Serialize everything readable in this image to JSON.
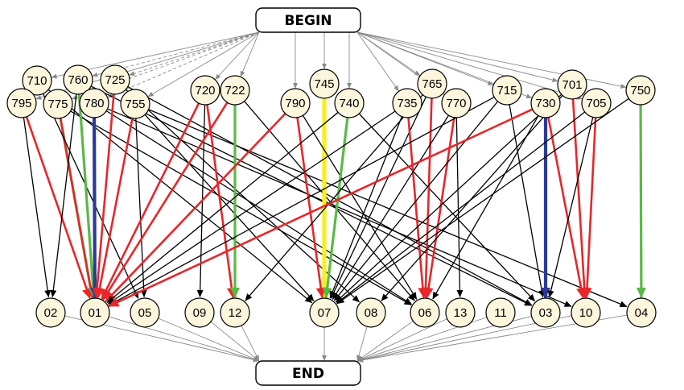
{
  "terminals": {
    "begin": "BEGIN",
    "end": "END"
  },
  "top_nodes": [
    "710",
    "760",
    "725",
    "795",
    "775",
    "780",
    "755",
    "720",
    "722",
    "745",
    "790",
    "740",
    "765",
    "735",
    "770",
    "715",
    "701",
    "730",
    "705",
    "750"
  ],
  "bottom_nodes": [
    "02",
    "01",
    "05",
    "09",
    "12",
    "07",
    "08",
    "06",
    "13",
    "11",
    "03",
    "10",
    "04"
  ],
  "edge_colors": {
    "black": "#000000",
    "red": "#e8262a",
    "green": "#5ab946",
    "blue": "#2b3a9a",
    "yellow": "#f7f020",
    "thin": "#8a8a8a"
  },
  "edges": [
    {
      "from": "795",
      "to": "01",
      "color": "red"
    },
    {
      "from": "795",
      "to": "02",
      "color": "black"
    },
    {
      "from": "775",
      "to": "01",
      "color": "green"
    },
    {
      "from": "775",
      "to": "01",
      "color": "red"
    },
    {
      "from": "775",
      "to": "06",
      "color": "black"
    },
    {
      "from": "710",
      "to": "05",
      "color": "black"
    },
    {
      "from": "710",
      "to": "07",
      "color": "black"
    },
    {
      "from": "760",
      "to": "01",
      "color": "green"
    },
    {
      "from": "760",
      "to": "02",
      "color": "black"
    },
    {
      "from": "760",
      "to": "03",
      "color": "black"
    },
    {
      "from": "780",
      "to": "01",
      "color": "blue"
    },
    {
      "from": "780",
      "to": "06",
      "color": "black"
    },
    {
      "from": "780",
      "to": "10",
      "color": "black"
    },
    {
      "from": "725",
      "to": "01",
      "color": "red"
    },
    {
      "from": "725",
      "to": "08",
      "color": "black"
    },
    {
      "from": "725",
      "to": "03",
      "color": "black"
    },
    {
      "from": "755",
      "to": "01",
      "color": "red"
    },
    {
      "from": "755",
      "to": "05",
      "color": "black"
    },
    {
      "from": "755",
      "to": "07",
      "color": "black"
    },
    {
      "from": "755",
      "to": "04",
      "color": "black"
    },
    {
      "from": "720",
      "to": "01",
      "color": "red"
    },
    {
      "from": "720",
      "to": "12",
      "color": "red"
    },
    {
      "from": "720",
      "to": "09",
      "color": "black"
    },
    {
      "from": "722",
      "to": "12",
      "color": "green"
    },
    {
      "from": "722",
      "to": "01",
      "color": "red"
    },
    {
      "from": "722",
      "to": "06",
      "color": "black"
    },
    {
      "from": "745",
      "to": "07",
      "color": "yellow"
    },
    {
      "from": "790",
      "to": "01",
      "color": "red"
    },
    {
      "from": "790",
      "to": "07",
      "color": "red"
    },
    {
      "from": "790",
      "to": "06",
      "color": "black"
    },
    {
      "from": "740",
      "to": "07",
      "color": "green"
    },
    {
      "from": "740",
      "to": "01",
      "color": "black"
    },
    {
      "from": "740",
      "to": "03",
      "color": "black"
    },
    {
      "from": "765",
      "to": "06",
      "color": "red"
    },
    {
      "from": "765",
      "to": "12",
      "color": "black"
    },
    {
      "from": "765",
      "to": "07",
      "color": "black"
    },
    {
      "from": "735",
      "to": "06",
      "color": "red"
    },
    {
      "from": "735",
      "to": "07",
      "color": "black"
    },
    {
      "from": "735",
      "to": "01",
      "color": "black"
    },
    {
      "from": "770",
      "to": "06",
      "color": "red"
    },
    {
      "from": "770",
      "to": "07",
      "color": "black"
    },
    {
      "from": "770",
      "to": "13",
      "color": "black"
    },
    {
      "from": "715",
      "to": "03",
      "color": "black"
    },
    {
      "from": "715",
      "to": "07",
      "color": "black"
    },
    {
      "from": "715",
      "to": "01",
      "color": "black"
    },
    {
      "from": "701",
      "to": "10",
      "color": "red"
    },
    {
      "from": "701",
      "to": "08",
      "color": "black"
    },
    {
      "from": "701",
      "to": "07",
      "color": "black"
    },
    {
      "from": "730",
      "to": "03",
      "color": "blue"
    },
    {
      "from": "730",
      "to": "10",
      "color": "red"
    },
    {
      "from": "730",
      "to": "01",
      "color": "red"
    },
    {
      "from": "730",
      "to": "06",
      "color": "black"
    },
    {
      "from": "705",
      "to": "10",
      "color": "red"
    },
    {
      "from": "705",
      "to": "03",
      "color": "black"
    },
    {
      "from": "705",
      "to": "07",
      "color": "black"
    },
    {
      "from": "750",
      "to": "04",
      "color": "green"
    },
    {
      "from": "750",
      "to": "07",
      "color": "black"
    }
  ]
}
